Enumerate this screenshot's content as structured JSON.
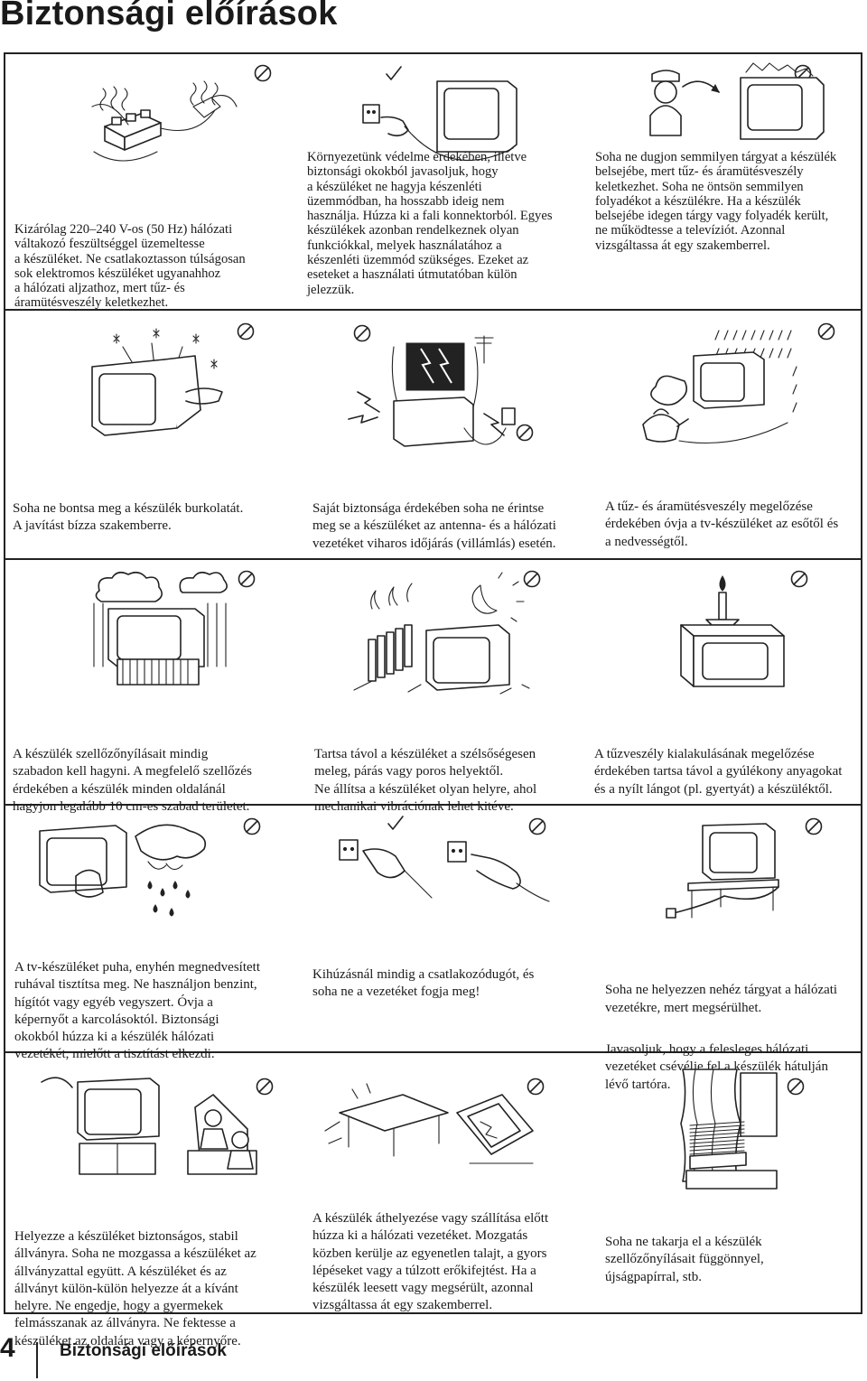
{
  "page": {
    "title": "Biztonsági előírások",
    "page_number": "4",
    "footer_title": "Biztonsági előírások"
  },
  "rows": [
    {
      "cells": [
        {
          "symbol": "prohibited-icon",
          "illustration": "power-strip-overload-icon",
          "text": "Kizárólag 220–240 V-os (50 Hz) hálózati\nváltakozó feszültséggel üzemeltesse\n a készüléket. Ne csatlakoztasson túlságosan\nsok elektromos készüléket ugyanahhoz\na hálózati aljzathoz, mert tűz- és\náramütésveszély keletkezhet."
        },
        {
          "symbol": "check-icon",
          "illustration": "tv-unplugged-icon",
          "text": "Környezetünk védelme érdekében, illetve\nbiztonsági okokból javasoljuk, hogy\na készüléket ne hagyja készenléti\nüzemmódban, ha hosszabb ideig nem\nhasználja. Húzza ki a fali konnektorból. Egyes\nkészülékek azonban rendelkeznek olyan\nfunkciókkal, melyek használatához a\nkészenléti üzemmód szükséges. Ezeket az\neseteket a használati útmutatóban külön\njelezzük."
        },
        {
          "symbol": "prohibited-icon",
          "illustration": "object-in-tv-icon",
          "text": "Soha ne dugjon semmilyen tárgyat a készülék\nbelsejébe, mert tűz- és áramütésveszély\nkeletkezhet. Soha ne öntsön semmilyen\nfolyadékot a készülékre. Ha a készülék\nbelsejébe idegen tárgy vagy folyadék került,\nne működtesse a televíziót. Azonnal\nvizsgáltassa át egy szakemberrel."
        }
      ]
    },
    {
      "cells": [
        {
          "symbol": "prohibited-icon",
          "illustration": "open-cabinet-icon",
          "text": "Soha ne bontsa meg a készülék burkolatát.\nA javítást bízza szakemberre."
        },
        {
          "symbol": "prohibited-icon",
          "symbol2": "prohibited-icon",
          "illustration": "lightning-storm-icon",
          "text": "Saját biztonsága érdekében soha ne érintse\nmeg se a készüléket az antenna- és a hálózati\nvezetéket viharos időjárás (villámlás) esetén."
        },
        {
          "symbol": "prohibited-icon",
          "illustration": "rain-moisture-icon",
          "text": "A tűz- és áramütésveszély megelőzése\nérdekében óvja a tv-készüléket az esőtől és\na nedvességtől."
        }
      ]
    },
    {
      "cells": [
        {
          "symbol": "prohibited-icon",
          "illustration": "ventilation-blocked-icon",
          "text": "A készülék szellőzőnyílásait mindig\nszabadon kell hagyni. A megfelelő szellőzés\nérdekében a készülék minden oldalánál\nhagyjon legalább 10 cm-es szabad területet."
        },
        {
          "symbol": "prohibited-icon",
          "illustration": "heat-humidity-icon",
          "text": "Tartsa távol a készüléket a szélsőségesen\nmeleg, párás vagy poros helyektől.\nNe állítsa a készüléket olyan helyre, ahol\nmechanikai vibrációnak lehet kitéve."
        },
        {
          "symbol": "prohibited-icon",
          "illustration": "candle-on-tv-icon",
          "text": "A tűzveszély kialakulásának megelőzése\nérdekében tartsa távol a gyúlékony anyagokat\nés a nyílt lángot (pl. gyertyát) a készüléktől."
        }
      ]
    },
    {
      "cells": [
        {
          "symbol": "prohibited-icon",
          "illustration": "wet-cloth-cleaning-icon",
          "text": "A tv-készüléket puha, enyhén megnedvesített\nruhával tisztítsa meg. Ne használjon benzint,\nhígítót vagy egyéb vegyszert. Óvja a\nképernyőt a karcolásoktól. Biztonsági\nokokból húzza ki a készülék hálózati\nvezetékét, mielőtt a tisztítást elkezdi."
        },
        {
          "symbol": "check-icon",
          "symbol2": "prohibited-icon",
          "illustration": "unplug-by-plug-icon",
          "text": "Kihúzásnál mindig a csatlakozódugót, és\nsoha ne a vezetéket fogja meg!"
        },
        {
          "symbol": "prohibited-icon",
          "illustration": "cord-under-stand-icon",
          "paragraphs": [
            "Soha ne helyezzen nehéz tárgyat a hálózati\nvezetékre, mert megsérülhet.",
            "Javasoljuk, hogy a felesleges hálózati\nvezetéket csévélje fel a készülék hátulján\nlévő tartóra."
          ]
        }
      ]
    },
    {
      "cells": [
        {
          "symbol": "prohibited-icon",
          "illustration": "children-climbing-icon",
          "text": "Helyezze a készüléket biztonságos, stabil\nállványra. Soha ne mozgassa a készüléket az\nállványzattal együtt. A készüléket és az\nállványt külön-külön helyezze át a kívánt\nhelyre. Ne engedje, hogy a gyermekek\nfelmásszanak az állványra. Ne fektesse a\nkészüléket az oldalára vagy a képernyőre."
        },
        {
          "symbol": "prohibited-icon",
          "illustration": "falling-tv-icon",
          "text": "A készülék áthelyezése vagy szállítása előtt\nhúzza ki a hálózati vezetéket. Mozgatás\nközben kerülje az egyenetlen talajt, a gyors\nlépéseket vagy a túlzott erőkifejtést. Ha a\nkészülék leesett vagy megsérült, azonnal\nvizsgáltassa át egy szakemberrel."
        },
        {
          "symbol": "prohibited-icon",
          "illustration": "curtain-covering-icon",
          "text": "Soha ne takarja el a készülék\nszellőzőnyílásait függönnyel,\nújságpapírral, stb."
        }
      ]
    }
  ]
}
